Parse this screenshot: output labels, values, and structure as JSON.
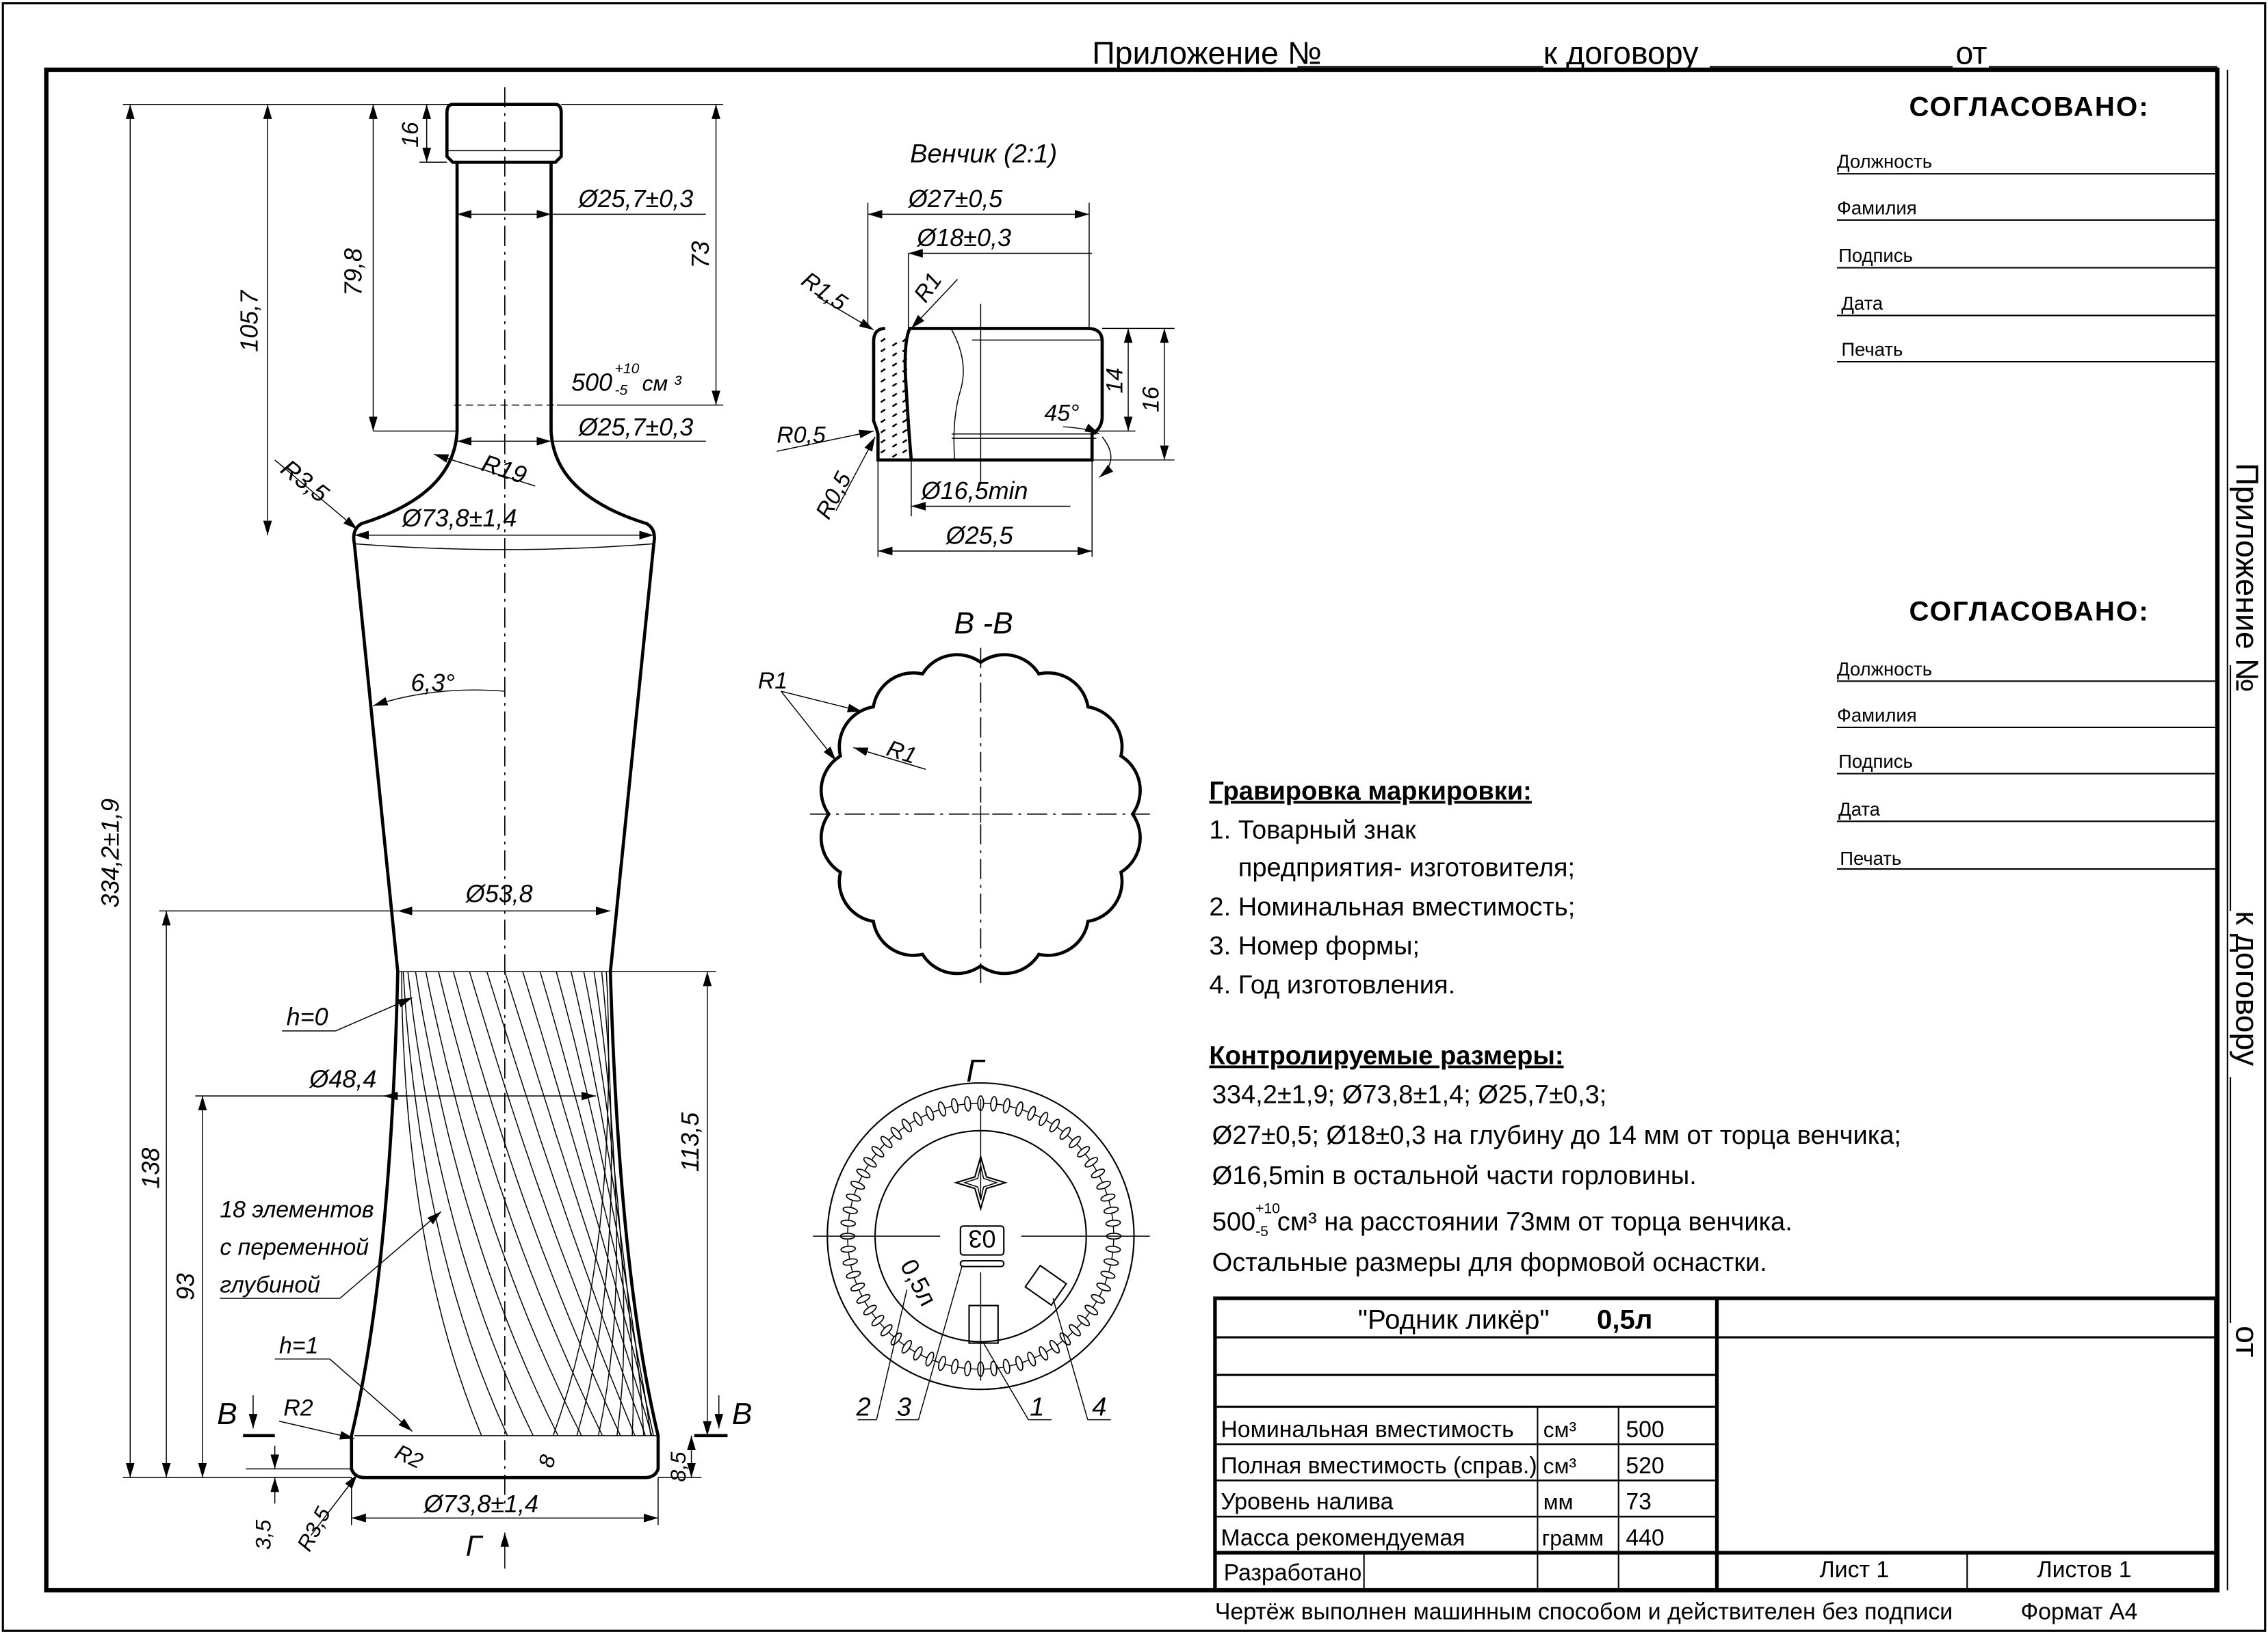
{
  "header": {
    "appendix_label": "Приложение №",
    "contract_label": "к договору",
    "from_label": "от"
  },
  "side_header": {
    "appendix_label": "Приложение №",
    "contract_label": "к договору",
    "from_label": "от"
  },
  "approval_blocks": [
    {
      "title": "СОГЛАСОВАНО:",
      "fields": [
        "Должность",
        "Фамилия",
        "Подпись",
        "Дата",
        "Печать"
      ]
    },
    {
      "title": "СОГЛАСОВАНО:",
      "fields": [
        "Должность",
        "Фамилия",
        "Подпись",
        "Дата",
        "Печать"
      ]
    }
  ],
  "bottle_view": {
    "dims": {
      "finish_height": "16",
      "neck_dia_top": "Ø25,7±0,3",
      "fill_level": "73",
      "neck_length": "79,8",
      "shoulder_height": "105,7",
      "capacity": "500",
      "capacity_tol_plus": "+10",
      "capacity_tol_minus": "-5",
      "capacity_unit": "см ³",
      "neck_dia_bottom": "Ø25,7±0,3",
      "shoulder_radius": "R19",
      "shoulder_edge_radius": "R3,5",
      "body_dia_top": "Ø73,8±1,4",
      "taper_angle": "6,3°",
      "total_height": "334,2±1,9",
      "waist_dia": "Ø53,8",
      "h0": "h=0",
      "dia_48": "Ø48,4",
      "height_138": "138",
      "height_113": "113,5",
      "elements_note": [
        "18  элементов",
        "с переменной",
        "глубиной"
      ],
      "height_93": "93",
      "h1": "h=1",
      "section_b": "В",
      "r2_a": "R2",
      "r2_b": "R2",
      "dim_8": "8",
      "dim_8_5": "8,5",
      "dim_3_5": "3,5",
      "r3_5_bottom": "R3,5",
      "base_dia": "Ø73,8±1,4",
      "view_g": "Г"
    }
  },
  "finish_detail": {
    "title": "Венчик  (2:1)",
    "dia_27": "Ø27±0,5",
    "dia_18": "Ø18±0,3",
    "r1_5": "R1,5",
    "r1": "R1",
    "r0_5_a": "R0,5",
    "r0_5_b": "R0,5",
    "angle": "45°",
    "h14": "14",
    "h16": "16",
    "dia_16_5": "Ø16,5min",
    "dia_25_5": "Ø25,5"
  },
  "section_bb": {
    "title": "В -В",
    "r1_a": "R1",
    "r1_b": "R1"
  },
  "view_g": {
    "title": "Г",
    "emboss_volume": "0,5л",
    "mould_number": "03",
    "callouts": [
      "2",
      "3",
      "1",
      "4"
    ]
  },
  "notes": {
    "engraving_title": "Гравировка маркировки:",
    "engraving_items": [
      "1. Товарный знак",
      "предприятия- изготовителя;",
      "2. Номинальная вместимость;",
      "3. Номер формы;",
      "4. Год изготовления."
    ],
    "controlled_title": "Контролируемые размеры:",
    "controlled_items": [
      "334,2±1,9; Ø73,8±1,4; Ø25,7±0,3;",
      "Ø27±0,5; Ø18±0,3 на глубину до 14 мм от торца венчика;",
      "Ø16,5min в остальной части горловины."
    ],
    "capacity_line_value": "500",
    "capacity_line_tol_plus": "+10",
    "capacity_line_tol_minus": "-5",
    "capacity_line_rest": "см³ на расстоянии 73мм от торца венчика.",
    "other_line": "Остальные размеры для формовой оснастки."
  },
  "title_block": {
    "product_name": "\"Родник ликёр\"",
    "product_volume": "0,5л",
    "rows": [
      {
        "label": "Номинальная вместимость",
        "unit": "см³",
        "value": "500"
      },
      {
        "label": "Полная вместимость (справ.)",
        "unit": "см³",
        "value": "520"
      },
      {
        "label": "Уровень налива",
        "unit": "мм",
        "value": "73"
      },
      {
        "label": "Масса рекомендуемая",
        "unit": "грамм",
        "value": "440"
      }
    ],
    "developed_label": "Разработано",
    "sheet": "Лист 1",
    "sheets": "Листов 1"
  },
  "footer": {
    "note": "Чертёж выполнен машинным способом и действителен без подписи",
    "format": "Формат А4"
  }
}
